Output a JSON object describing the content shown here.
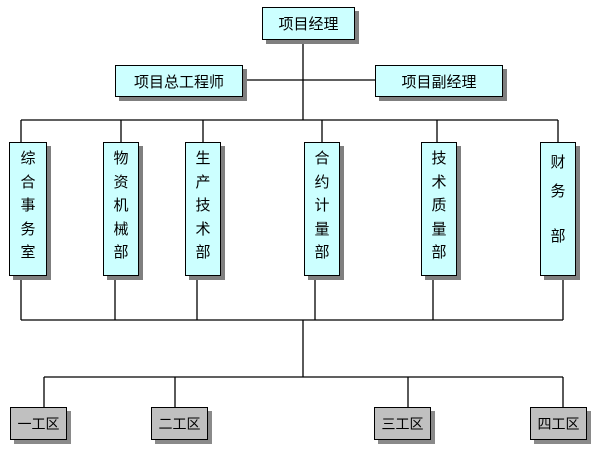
{
  "top": "项目经理",
  "chief_engineer": "项目总工程师",
  "deputy_manager": "项目副经理",
  "departments": [
    {
      "chars": [
        "综",
        "合",
        "事",
        "务",
        "室"
      ]
    },
    {
      "chars": [
        "物",
        "资",
        "机",
        "械",
        "部"
      ]
    },
    {
      "chars": [
        "生",
        "产",
        "技",
        "术",
        "部"
      ]
    },
    {
      "chars": [
        "合",
        "约",
        "计",
        "量",
        "部"
      ]
    },
    {
      "chars": [
        "技",
        "术",
        "质",
        "量",
        "部"
      ]
    },
    {
      "chars": [
        "财",
        "务",
        "",
        "部"
      ]
    }
  ],
  "work_areas": [
    "一工区",
    "二工区",
    "三工区",
    "四工区"
  ],
  "colors": {
    "box_fill": "#ccffff",
    "area_fill": "#c0c0c0",
    "shadow": "#7f7f7f",
    "line": "#000000"
  }
}
